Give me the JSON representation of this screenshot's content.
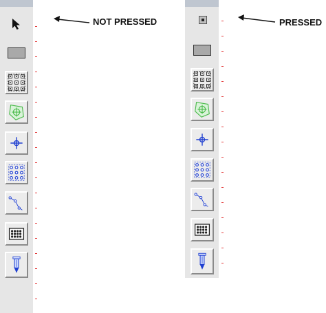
{
  "annotations": {
    "left": "NOT PRESSED",
    "right": "PRESSED"
  },
  "toolbar": {
    "ruler_color": "#e33b3b",
    "tools": [
      {
        "name": "select-tool",
        "icon": "arrow-pointer-icon"
      },
      {
        "name": "rectangle-tool",
        "icon": "rectangle-icon"
      },
      {
        "name": "grid-select-tool",
        "icon": "grid-select-icon"
      },
      {
        "name": "polygon-tool",
        "icon": "polygon-crosshair-icon"
      },
      {
        "name": "crosshair-tool",
        "icon": "crosshair-icon"
      },
      {
        "name": "point-grid-tool",
        "icon": "point-grid-icon"
      },
      {
        "name": "polyline-tool",
        "icon": "polyline-icon"
      },
      {
        "name": "plate-tool",
        "icon": "plate-icon"
      },
      {
        "name": "pipette-tool",
        "icon": "pipette-icon"
      }
    ]
  }
}
